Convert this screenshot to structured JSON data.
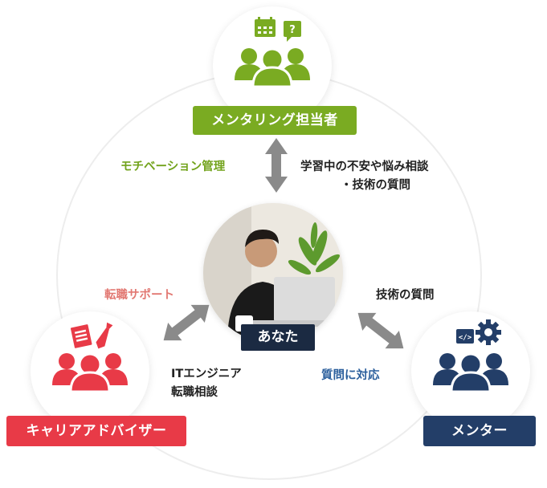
{
  "nodes": {
    "mentoring": {
      "title": "メンタリング担当者",
      "color": "#7aab22",
      "icon": "team-calendar-question-icon"
    },
    "advisor": {
      "title": "キャリアアドバイザー",
      "color": "#e83a47",
      "icon": "team-document-tie-icon"
    },
    "mentor": {
      "title": "メンター",
      "color": "#233e68",
      "icon": "team-code-gear-icon"
    }
  },
  "center": {
    "label": "あなた",
    "photo": "person-at-laptop-photo"
  },
  "relations": {
    "motivation": "モチベーション管理",
    "learning_line1": "学習中の不安や悩み相談",
    "learning_line2": "・技術の質問",
    "career_support": "転職サポート",
    "it_line1": "ITエンジニア",
    "it_line2": "転職相談",
    "tech_question": "技術の質問",
    "response": "質問に対応"
  }
}
